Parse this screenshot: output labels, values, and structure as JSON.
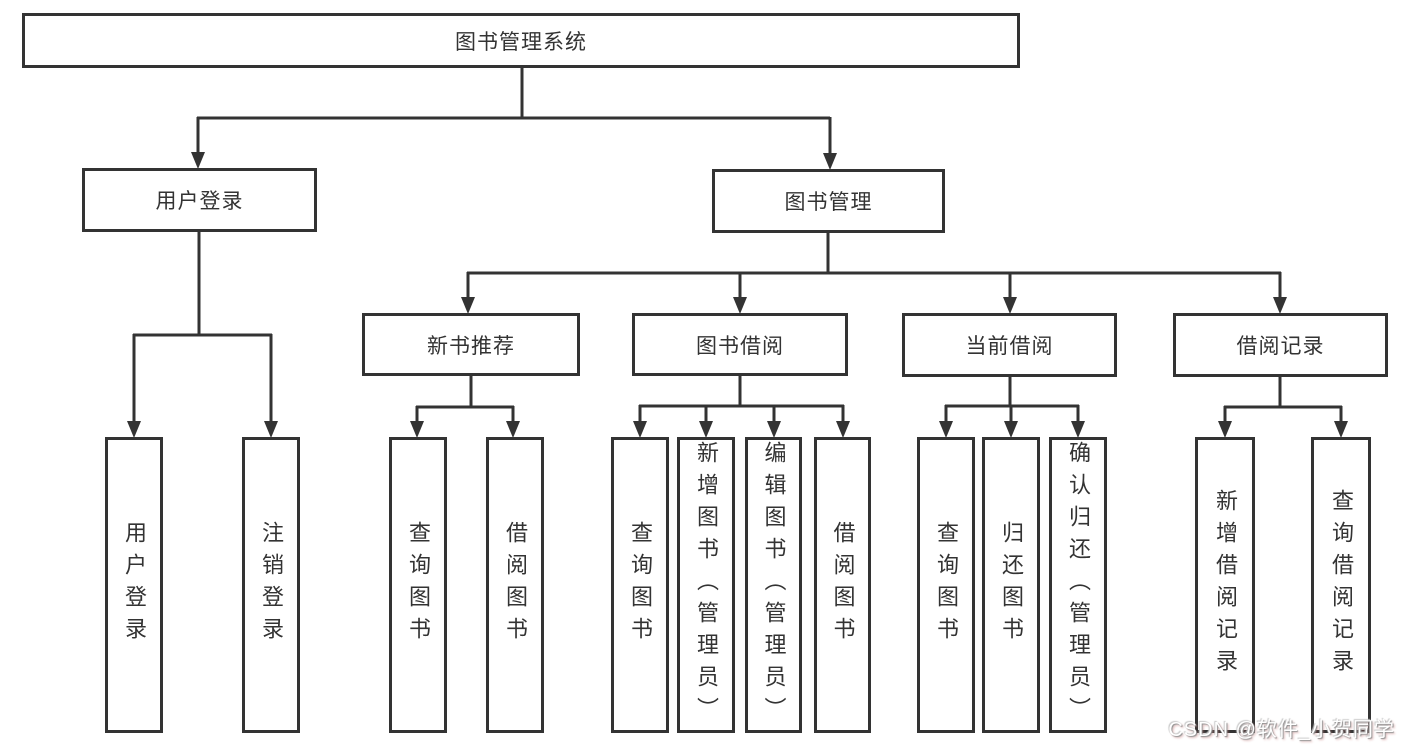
{
  "diagram": {
    "root": {
      "label": "图书管理系统"
    },
    "branches": [
      {
        "label": "用户登录",
        "children": [
          {
            "label": "用户登录"
          },
          {
            "label": "注销登录"
          }
        ]
      },
      {
        "label": "图书管理",
        "children": [
          {
            "label": "新书推荐",
            "children": [
              {
                "label": "查询图书"
              },
              {
                "label": "借阅图书"
              }
            ]
          },
          {
            "label": "图书借阅",
            "children": [
              {
                "label": "查询图书"
              },
              {
                "label": "新增图书（管理员）"
              },
              {
                "label": "编辑图书（管理员）"
              },
              {
                "label": "借阅图书"
              }
            ]
          },
          {
            "label": "当前借阅",
            "children": [
              {
                "label": "查询图书"
              },
              {
                "label": "归还图书"
              },
              {
                "label": "确认归还（管理员）"
              }
            ]
          },
          {
            "label": "借阅记录",
            "children": [
              {
                "label": "新增借阅记录"
              },
              {
                "label": "查询借阅记录"
              }
            ]
          }
        ]
      }
    ],
    "watermark": "CSDN @软件_小贺同学",
    "line_color": "#333333",
    "background_color": "#ffffff"
  }
}
